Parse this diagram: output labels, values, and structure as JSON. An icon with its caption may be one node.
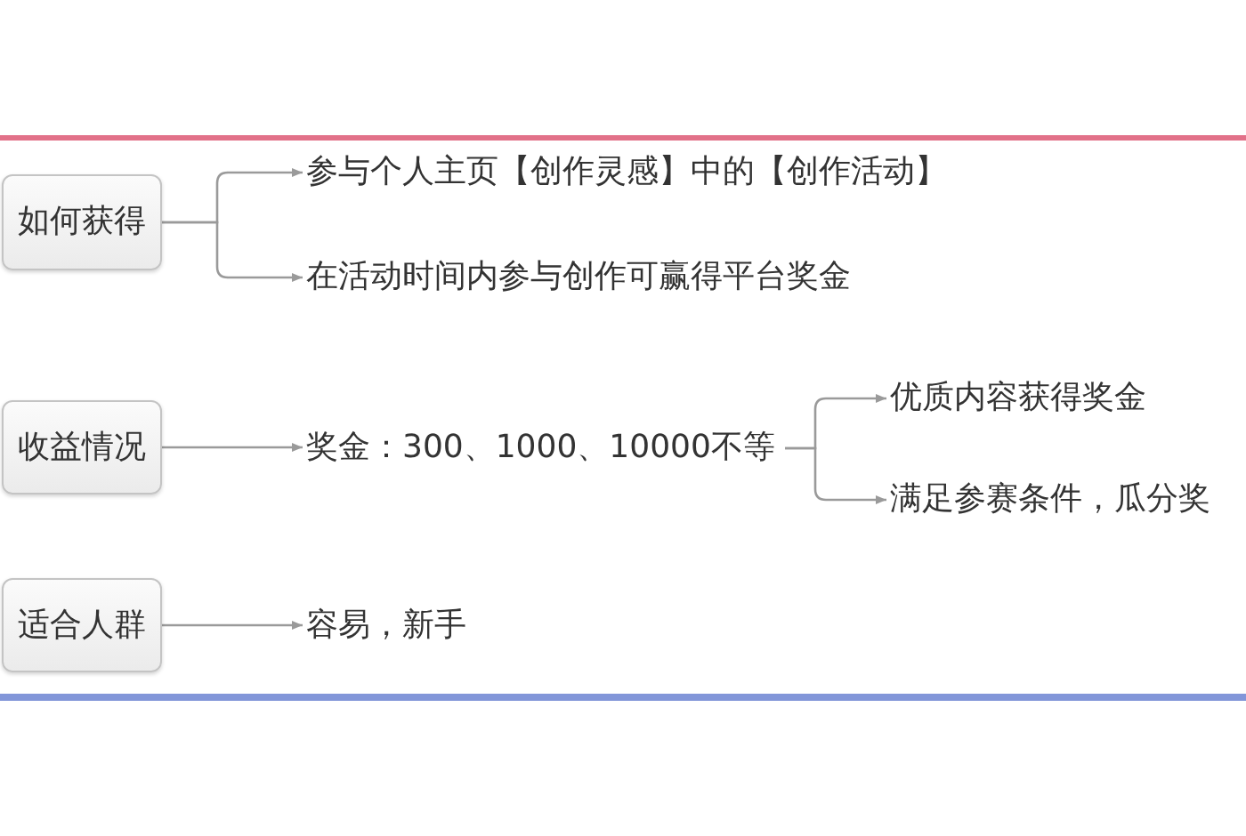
{
  "diagram": {
    "nodes": [
      {
        "text": [
          "如何获得"
        ]
      },
      {
        "text": [
          "参与个人主页【创作灵感】中的【创作活动】"
        ]
      },
      {
        "text": [
          "在活动时间内参与创作可赢得平台奖金"
        ]
      },
      {
        "text": [
          "收益情况"
        ]
      },
      {
        "text": [
          "奖金：300、1000、10000不等"
        ]
      },
      {
        "text": [
          "优质内容获得奖金"
        ]
      },
      {
        "text": [
          "满足参赛条件，瓜分奖"
        ]
      },
      {
        "text": [
          "适合人群"
        ]
      },
      {
        "text": [
          "容易，新手"
        ]
      }
    ],
    "edges": [
      {
        "from": 0,
        "to": 1,
        "arrow": "to"
      },
      {
        "from": 0,
        "to": 2,
        "arrow": "to"
      },
      {
        "from": 3,
        "to": 4,
        "arrow": "to"
      },
      {
        "from": 4,
        "to": 5,
        "arrow": "to"
      },
      {
        "from": 4,
        "to": 6,
        "arrow": "to"
      },
      {
        "from": 7,
        "to": 8,
        "arrow": "to"
      }
    ]
  }
}
